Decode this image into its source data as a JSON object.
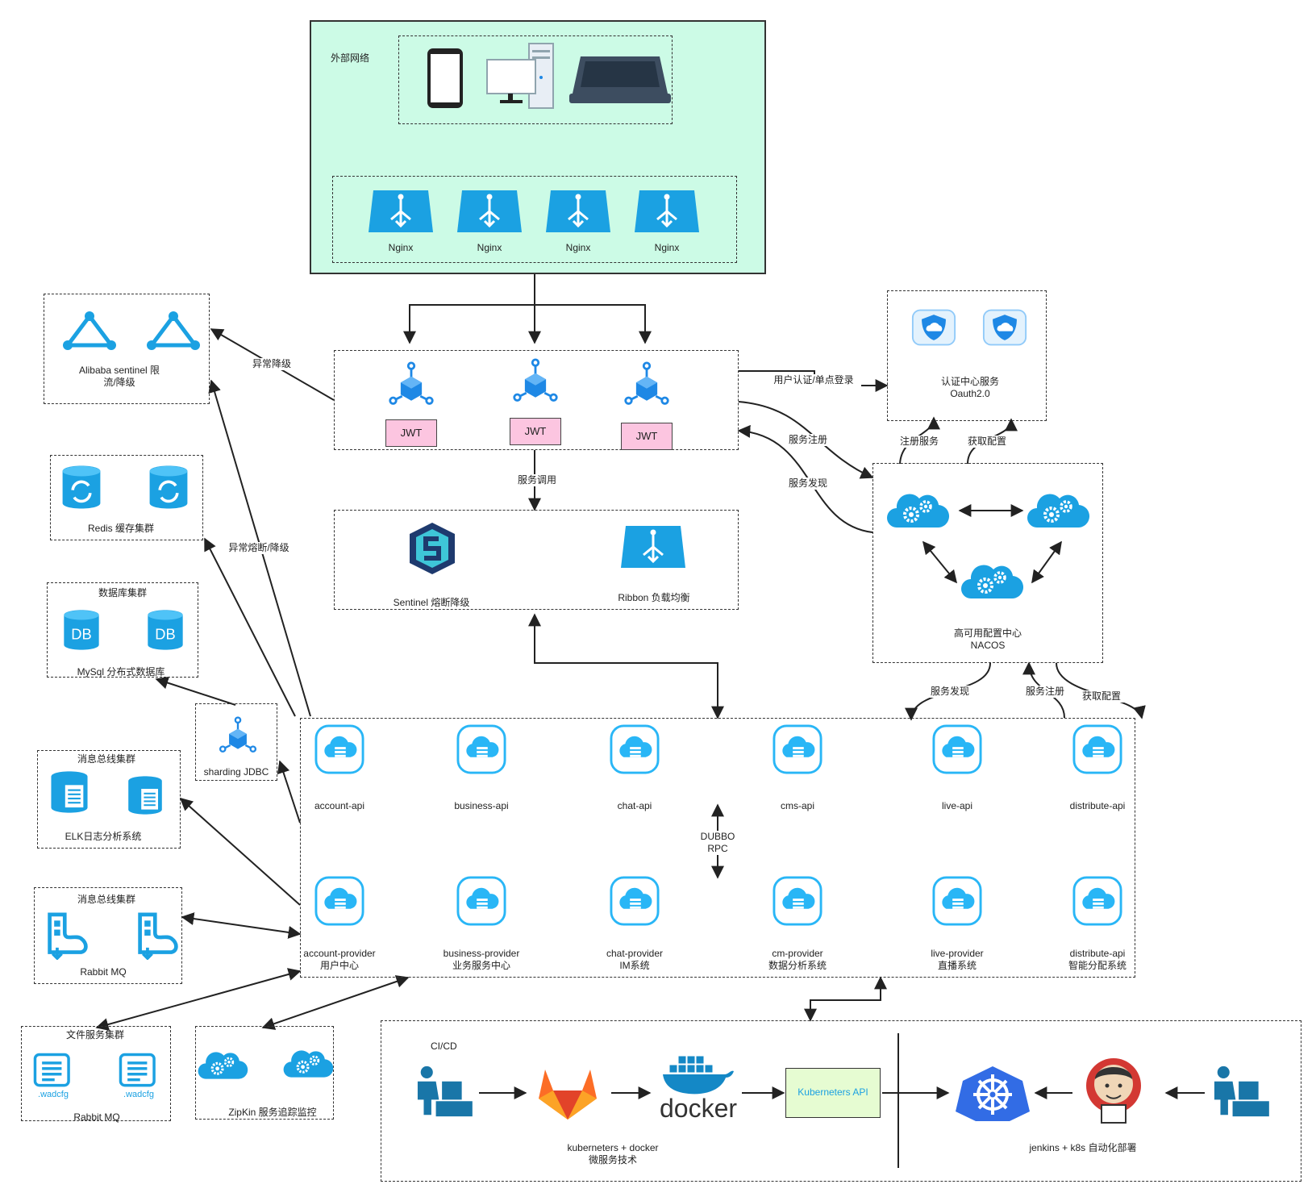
{
  "external_network": {
    "label": "外部网络",
    "nginx": [
      "Nginx",
      "Nginx",
      "Nginx",
      "Nginx"
    ]
  },
  "sentinel": {
    "label": "Alibaba sentinel 限\n流/降级"
  },
  "redis": {
    "label": "Redis 缓存集群"
  },
  "database": {
    "title": "数据库集群",
    "label": "MySql 分布式数据库",
    "db": "DB"
  },
  "sharding": {
    "label": "sharding JDBC"
  },
  "elk": {
    "title": "消息总线集群",
    "label": "ELK日志分析系统"
  },
  "rabbit": {
    "title": "消息总线集群",
    "label": "Rabbit MQ"
  },
  "files": {
    "title": "文件服务集群",
    "label": "Rabbit MQ",
    "icon_label": ".wadcfg"
  },
  "zipkin": {
    "label": "ZipKin 服务追踪监控"
  },
  "gateway": {
    "jwt": [
      "JWT",
      "JWT",
      "JWT"
    ]
  },
  "oauth": {
    "label": "认证中心服务\nOauth2.0"
  },
  "nacos": {
    "label": "高可用配置中心\nNACOS"
  },
  "call": {
    "sentinel_label": "Sentinel 熔断降级",
    "ribbon_label": "Ribbon 负载均衡"
  },
  "edges": {
    "degrade": "异常降级",
    "fuse": "异常熔断/降级",
    "auth": "用户认证/单点登录",
    "register1": "服务注册",
    "discover1": "服务发现",
    "call": "服务调用",
    "register_oauth": "注册服务",
    "config_oauth": "获取配置",
    "discover2": "服务发现",
    "register2": "服务注册",
    "config2": "获取配置"
  },
  "services": {
    "apis": [
      "account-api",
      "business-api",
      "chat-api",
      "cms-api",
      "live-api",
      "distribute-api"
    ],
    "providers": [
      "account-provider\n用户中心",
      "business-provider\n业务服务中心",
      "chat-provider\nIM系统",
      "cm-provider\n数据分析系统",
      "live-provider\n直播系统",
      "distribute-api\n智能分配系统"
    ],
    "rpc": "DUBBO\nRPC"
  },
  "cicd": {
    "title": "CI/CD",
    "docker_text": "docker",
    "k8s_api": "Kuberneters API",
    "left_label": "kuberneters + docker\n微服务技术",
    "right_label": "jenkins + k8s 自动化部署"
  },
  "colors": {
    "accent": "#1ba1e2",
    "green_bg": "#ccfbe6",
    "jwt_bg": "#fcc5e0",
    "k8s_api_bg": "#e6fcd2",
    "k8s_blue": "#326ce5"
  }
}
